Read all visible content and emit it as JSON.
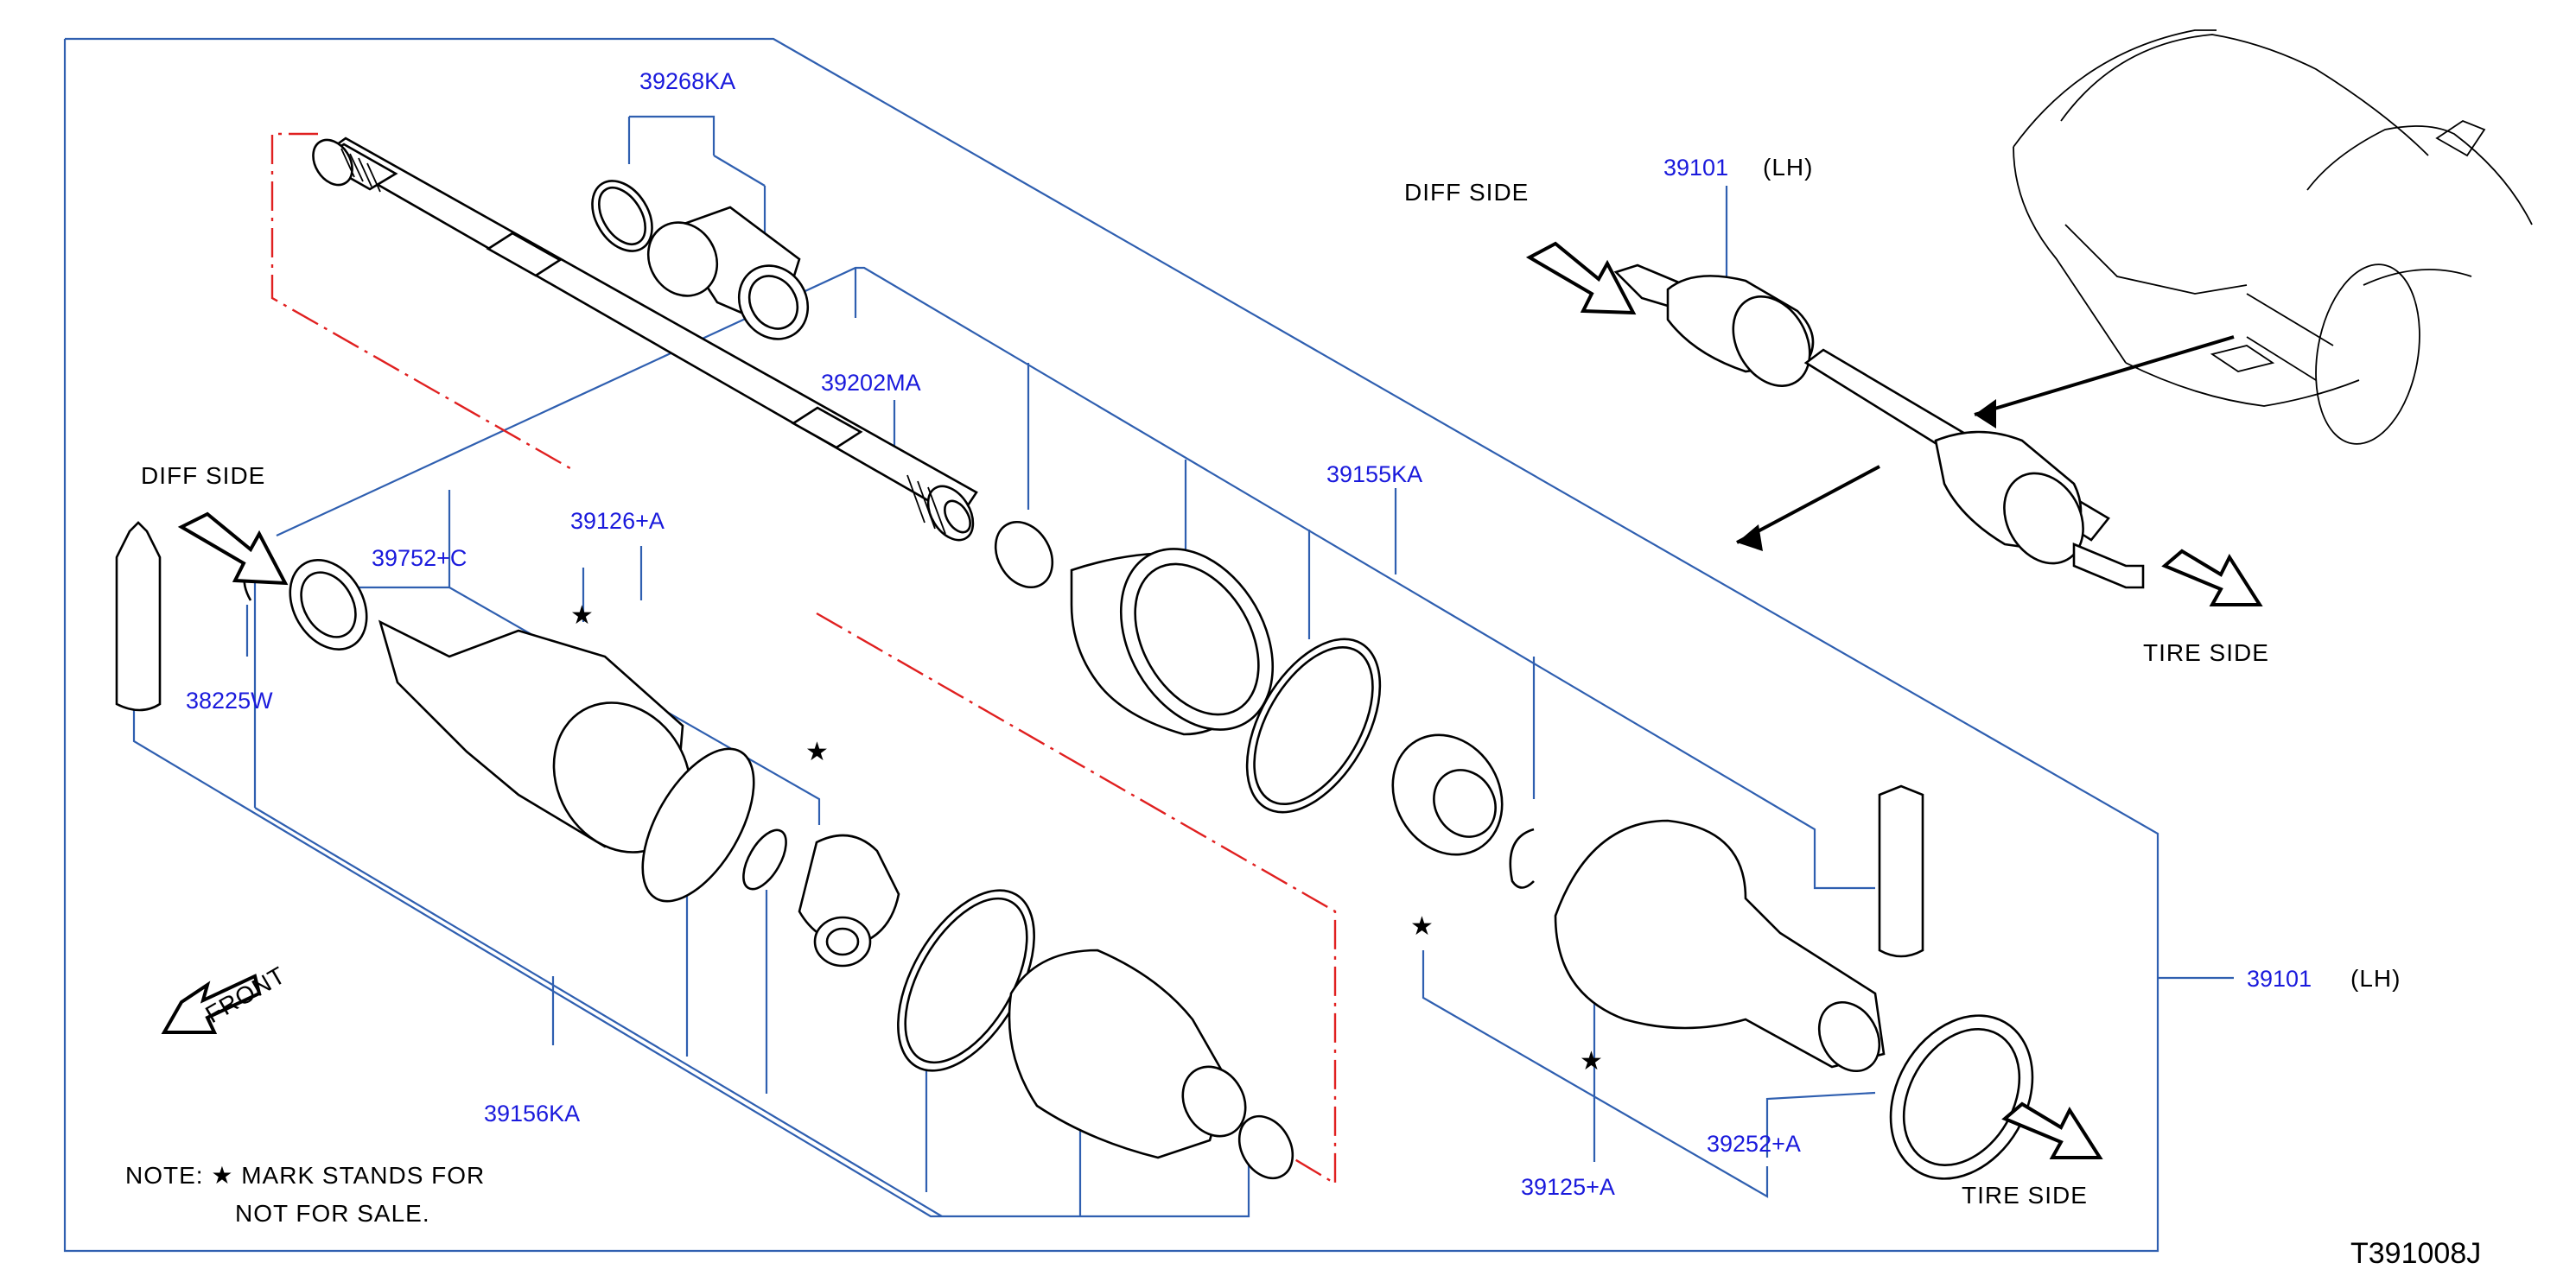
{
  "parts": {
    "p39268KA": "39268KA",
    "p39202MA": "39202MA",
    "p39155KA": "39155KA",
    "p39752C": "39752+C",
    "p39126A": "39126+A",
    "p38225W": "38225W",
    "p39156KA": "39156KA",
    "p39125A": "39125+A",
    "p39252A": "39252+A",
    "p39101_top": "39101",
    "p39101_right": "39101"
  },
  "labels": {
    "lh_top": "(LH)",
    "lh_right": "(LH)",
    "diff_side_left": "DIFF   SIDE",
    "diff_side_top": "DIFF   SIDE",
    "tire_side_top": "TIRE   SIDE",
    "tire_side_bottom": "TIRE   SIDE",
    "front": "FRONT",
    "note_line1": "NOTE:   ★ MARK   STANDS   FOR",
    "note_line2": "NOT   FOR   SALE.",
    "star_symbol": "★",
    "diagram_code": "T391008J"
  },
  "colors": {
    "part_number": "#1a1adc",
    "leader_line": "#2f5fb0",
    "centerline": "#e02020",
    "outline": "#000000"
  }
}
